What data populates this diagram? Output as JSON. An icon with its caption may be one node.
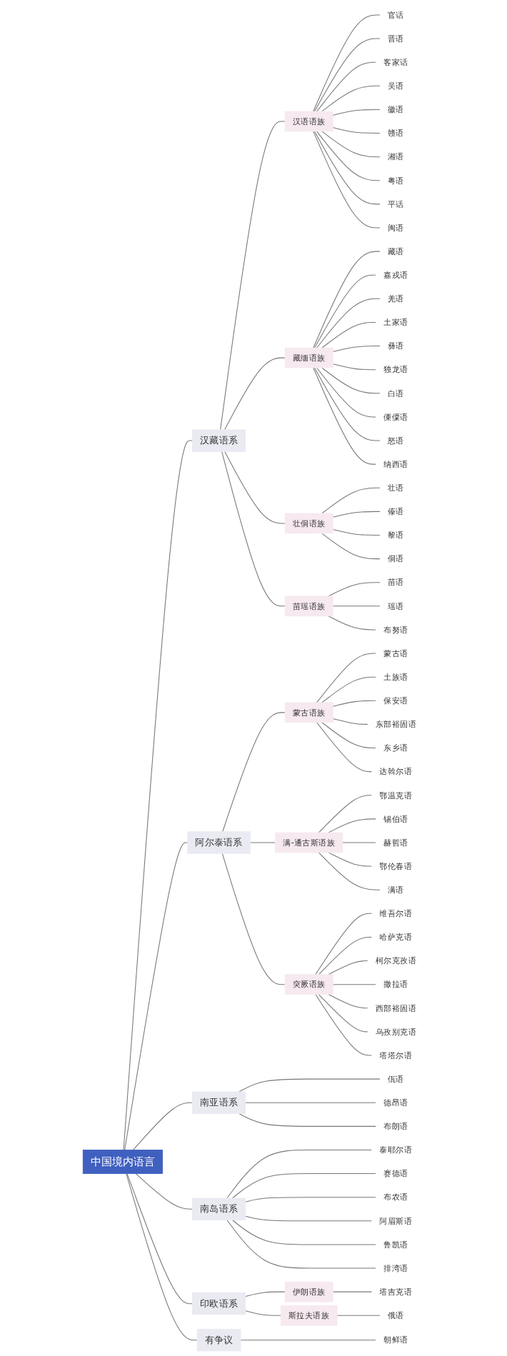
{
  "diagram": {
    "nodes": [
      {
        "text": [
          "中国境内语言"
        ]
      },
      {
        "text": [
          "汉藏语系"
        ]
      },
      {
        "text": [
          "汉语语族"
        ]
      },
      {
        "text": [
          "官话"
        ]
      },
      {
        "text": [
          "晋语"
        ]
      },
      {
        "text": [
          "客家话"
        ]
      },
      {
        "text": [
          "吴语"
        ]
      },
      {
        "text": [
          "徽语"
        ]
      },
      {
        "text": [
          "赣语"
        ]
      },
      {
        "text": [
          "湘语"
        ]
      },
      {
        "text": [
          "粤语"
        ]
      },
      {
        "text": [
          "平话"
        ]
      },
      {
        "text": [
          "闽语"
        ]
      },
      {
        "text": [
          "藏缅语族"
        ]
      },
      {
        "text": [
          "藏语"
        ]
      },
      {
        "text": [
          "嘉戎语"
        ]
      },
      {
        "text": [
          "羌语"
        ]
      },
      {
        "text": [
          "土家语"
        ]
      },
      {
        "text": [
          "彝语"
        ]
      },
      {
        "text": [
          "独龙语"
        ]
      },
      {
        "text": [
          "白语"
        ]
      },
      {
        "text": [
          "傈僳语"
        ]
      },
      {
        "text": [
          "怒语"
        ]
      },
      {
        "text": [
          "纳西语"
        ]
      },
      {
        "text": [
          "壮侗语族"
        ]
      },
      {
        "text": [
          "壮语"
        ]
      },
      {
        "text": [
          "傣语"
        ]
      },
      {
        "text": [
          "黎语"
        ]
      },
      {
        "text": [
          "侗语"
        ]
      },
      {
        "text": [
          "苗瑶语族"
        ]
      },
      {
        "text": [
          "苗语"
        ]
      },
      {
        "text": [
          "瑶语"
        ]
      },
      {
        "text": [
          "布努语"
        ]
      },
      {
        "text": [
          "阿尔泰语系"
        ]
      },
      {
        "text": [
          "蒙古语族"
        ]
      },
      {
        "text": [
          "蒙古语"
        ]
      },
      {
        "text": [
          "土族语"
        ]
      },
      {
        "text": [
          "保安语"
        ]
      },
      {
        "text": [
          "东部裕固语"
        ]
      },
      {
        "text": [
          "东乡语"
        ]
      },
      {
        "text": [
          "达斡尔语"
        ]
      },
      {
        "text": [
          "满-通古斯语族"
        ]
      },
      {
        "text": [
          "鄂温克语"
        ]
      },
      {
        "text": [
          "锡伯语"
        ]
      },
      {
        "text": [
          "赫哲语"
        ]
      },
      {
        "text": [
          "鄂伦春语"
        ]
      },
      {
        "text": [
          "满语"
        ]
      },
      {
        "text": [
          "突厥语族"
        ]
      },
      {
        "text": [
          "维吾尔语"
        ]
      },
      {
        "text": [
          "哈萨克语"
        ]
      },
      {
        "text": [
          "柯尔克孜语"
        ]
      },
      {
        "text": [
          "撒拉语"
        ]
      },
      {
        "text": [
          "西部裕固语"
        ]
      },
      {
        "text": [
          "乌孜别克语"
        ]
      },
      {
        "text": [
          "塔塔尔语"
        ]
      },
      {
        "text": [
          "南亚语系"
        ]
      },
      {
        "text": [
          "佤语"
        ]
      },
      {
        "text": [
          "德昂语"
        ]
      },
      {
        "text": [
          "布朗语"
        ]
      },
      {
        "text": [
          "南岛语系"
        ]
      },
      {
        "text": [
          "泰耶尔语"
        ]
      },
      {
        "text": [
          "赛德语"
        ]
      },
      {
        "text": [
          "布农语"
        ]
      },
      {
        "text": [
          "阿眉斯语"
        ]
      },
      {
        "text": [
          "鲁凯语"
        ]
      },
      {
        "text": [
          "排湾语"
        ]
      },
      {
        "text": [
          "印欧语系"
        ]
      },
      {
        "text": [
          "伊朗语族"
        ]
      },
      {
        "text": [
          "塔吉克语"
        ]
      },
      {
        "text": [
          "斯拉夫语族"
        ]
      },
      {
        "text": [
          "俄语"
        ]
      },
      {
        "text": [
          "有争议"
        ]
      },
      {
        "text": [
          "朝鲜语"
        ]
      }
    ],
    "edges": [
      {
        "from": 0,
        "to": 1,
        "arrow": "none"
      },
      {
        "from": 1,
        "to": 2,
        "arrow": "none"
      },
      {
        "from": 2,
        "to": 3,
        "arrow": "none"
      },
      {
        "from": 2,
        "to": 4,
        "arrow": "none"
      },
      {
        "from": 2,
        "to": 5,
        "arrow": "none"
      },
      {
        "from": 2,
        "to": 6,
        "arrow": "none"
      },
      {
        "from": 2,
        "to": 7,
        "arrow": "none"
      },
      {
        "from": 2,
        "to": 8,
        "arrow": "none"
      },
      {
        "from": 2,
        "to": 9,
        "arrow": "none"
      },
      {
        "from": 2,
        "to": 10,
        "arrow": "none"
      },
      {
        "from": 2,
        "to": 11,
        "arrow": "none"
      },
      {
        "from": 2,
        "to": 12,
        "arrow": "none"
      },
      {
        "from": 1,
        "to": 13,
        "arrow": "none"
      },
      {
        "from": 13,
        "to": 14,
        "arrow": "none"
      },
      {
        "from": 13,
        "to": 15,
        "arrow": "none"
      },
      {
        "from": 13,
        "to": 16,
        "arrow": "none"
      },
      {
        "from": 13,
        "to": 17,
        "arrow": "none"
      },
      {
        "from": 13,
        "to": 18,
        "arrow": "none"
      },
      {
        "from": 13,
        "to": 19,
        "arrow": "none"
      },
      {
        "from": 13,
        "to": 20,
        "arrow": "none"
      },
      {
        "from": 13,
        "to": 21,
        "arrow": "none"
      },
      {
        "from": 13,
        "to": 22,
        "arrow": "none"
      },
      {
        "from": 13,
        "to": 23,
        "arrow": "none"
      },
      {
        "from": 1,
        "to": 24,
        "arrow": "none"
      },
      {
        "from": 24,
        "to": 25,
        "arrow": "none"
      },
      {
        "from": 24,
        "to": 26,
        "arrow": "none"
      },
      {
        "from": 24,
        "to": 27,
        "arrow": "none"
      },
      {
        "from": 24,
        "to": 28,
        "arrow": "none"
      },
      {
        "from": 1,
        "to": 29,
        "arrow": "none"
      },
      {
        "from": 29,
        "to": 30,
        "arrow": "none"
      },
      {
        "from": 29,
        "to": 31,
        "arrow": "none"
      },
      {
        "from": 29,
        "to": 32,
        "arrow": "none"
      },
      {
        "from": 0,
        "to": 33,
        "arrow": "none"
      },
      {
        "from": 33,
        "to": 34,
        "arrow": "none"
      },
      {
        "from": 34,
        "to": 35,
        "arrow": "none"
      },
      {
        "from": 34,
        "to": 36,
        "arrow": "none"
      },
      {
        "from": 34,
        "to": 37,
        "arrow": "none"
      },
      {
        "from": 34,
        "to": 38,
        "arrow": "none"
      },
      {
        "from": 34,
        "to": 39,
        "arrow": "none"
      },
      {
        "from": 34,
        "to": 40,
        "arrow": "none"
      },
      {
        "from": 33,
        "to": 41,
        "arrow": "none"
      },
      {
        "from": 41,
        "to": 42,
        "arrow": "none"
      },
      {
        "from": 41,
        "to": 43,
        "arrow": "none"
      },
      {
        "from": 41,
        "to": 44,
        "arrow": "none"
      },
      {
        "from": 41,
        "to": 45,
        "arrow": "none"
      },
      {
        "from": 41,
        "to": 46,
        "arrow": "none"
      },
      {
        "from": 33,
        "to": 47,
        "arrow": "none"
      },
      {
        "from": 47,
        "to": 48,
        "arrow": "none"
      },
      {
        "from": 47,
        "to": 49,
        "arrow": "none"
      },
      {
        "from": 47,
        "to": 50,
        "arrow": "none"
      },
      {
        "from": 47,
        "to": 51,
        "arrow": "none"
      },
      {
        "from": 47,
        "to": 52,
        "arrow": "none"
      },
      {
        "from": 47,
        "to": 53,
        "arrow": "none"
      },
      {
        "from": 47,
        "to": 54,
        "arrow": "none"
      },
      {
        "from": 0,
        "to": 55,
        "arrow": "none"
      },
      {
        "from": 55,
        "to": 56,
        "arrow": "none"
      },
      {
        "from": 55,
        "to": 57,
        "arrow": "none"
      },
      {
        "from": 55,
        "to": 58,
        "arrow": "none"
      },
      {
        "from": 0,
        "to": 59,
        "arrow": "none"
      },
      {
        "from": 59,
        "to": 60,
        "arrow": "none"
      },
      {
        "from": 59,
        "to": 61,
        "arrow": "none"
      },
      {
        "from": 59,
        "to": 62,
        "arrow": "none"
      },
      {
        "from": 59,
        "to": 63,
        "arrow": "none"
      },
      {
        "from": 59,
        "to": 64,
        "arrow": "none"
      },
      {
        "from": 59,
        "to": 65,
        "arrow": "none"
      },
      {
        "from": 0,
        "to": 66,
        "arrow": "none"
      },
      {
        "from": 66,
        "to": 67,
        "arrow": "none"
      },
      {
        "from": 67,
        "to": 68,
        "arrow": "none"
      },
      {
        "from": 66,
        "to": 69,
        "arrow": "none"
      },
      {
        "from": 69,
        "to": 70,
        "arrow": "none"
      },
      {
        "from": 0,
        "to": 71,
        "arrow": "none"
      },
      {
        "from": 71,
        "to": 72,
        "arrow": "none"
      }
    ]
  }
}
